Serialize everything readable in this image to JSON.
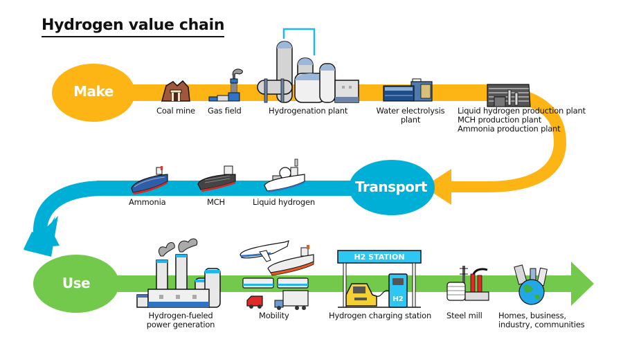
{
  "title": "Hydrogen value chain",
  "colors": {
    "make": "#FDB515",
    "transport": "#00AFD6",
    "use": "#72C94B"
  },
  "stages": {
    "make": {
      "label": "Make",
      "items": [
        {
          "icon": "coal-mine-icon",
          "label": "Coal mine"
        },
        {
          "icon": "gas-field-icon",
          "label": "Gas field"
        },
        {
          "icon": "hydrogenation-plant-icon",
          "label": "Hydrogenation plant"
        },
        {
          "icon": "water-electrolysis-plant-icon",
          "label_lines": [
            "Water electrolysis",
            "plant"
          ]
        },
        {
          "icon": "production-plant-icon",
          "label_lines": [
            "Liquid hydrogen production plant",
            "MCH production plant",
            "Ammonia production plant"
          ]
        }
      ]
    },
    "transport": {
      "label": "Transport",
      "items": [
        {
          "icon": "ammonia-ship-icon",
          "label": "Ammonia"
        },
        {
          "icon": "mch-ship-icon",
          "label": "MCH"
        },
        {
          "icon": "liquid-hydrogen-ship-icon",
          "label": "Liquid hydrogen"
        }
      ]
    },
    "use": {
      "label": "Use",
      "items": [
        {
          "icon": "power-plant-icon",
          "label_lines": [
            "Hydrogen-fueled",
            "power generation"
          ]
        },
        {
          "icon": "mobility-icon",
          "label": "Mobility"
        },
        {
          "icon": "h2-station-icon",
          "label": "Hydrogen charging station",
          "sign": "H2 STATION",
          "pump": "H2"
        },
        {
          "icon": "steel-mill-icon",
          "label": "Steel mill"
        },
        {
          "icon": "globe-city-icon",
          "label_lines": [
            "Homes, business,",
            "industry, communities"
          ]
        }
      ]
    }
  }
}
